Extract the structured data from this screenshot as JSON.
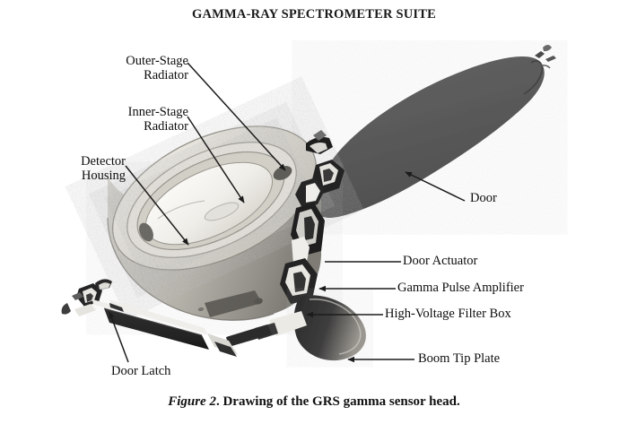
{
  "figure": {
    "title": "GAMMA-RAY SPECTROMETER SUITE",
    "caption_emphasis": "Figure 2",
    "caption_text": ". Drawing of the GRS gamma sensor head."
  },
  "callouts": {
    "outer_stage_radiator": "Outer-Stage\nRadiator",
    "inner_stage_radiator": "Inner-Stage\nRadiator",
    "detector_housing": "Detector\nHousing",
    "door": "Door",
    "door_actuator": "Door Actuator",
    "gamma_pulse_amplifier": "Gamma Pulse Amplifier",
    "high_voltage_filter_box": "High-Voltage Filter Box",
    "boom_tip_plate": "Boom Tip Plate",
    "door_latch": "Door Latch"
  },
  "colors": {
    "background": "#ffffff",
    "text": "#0d0d0d",
    "leader_line": "#1c1c1c",
    "door_fill": "#595959",
    "housing_body": "#b8b5ad",
    "housing_shadow": "#8e8b84",
    "radiator_ring": "#d8d5cd",
    "inner_cavity": "#f2f1ec",
    "mechanism_dark": "#2b2b2b",
    "mechanism_light": "#e9e8e3",
    "plate_dark": "#303030"
  },
  "diagram_parts": [
    "detector-housing-cylinder",
    "outer-stage-radiator-ring",
    "inner-stage-radiator-ring",
    "inner-cavity",
    "door-panel",
    "door-hinge-bracket",
    "door-actuator-assembly",
    "gamma-pulse-amplifier-box",
    "high-voltage-filter-box",
    "boom-tip-plate",
    "door-latch-mechanism",
    "support-strut"
  ]
}
